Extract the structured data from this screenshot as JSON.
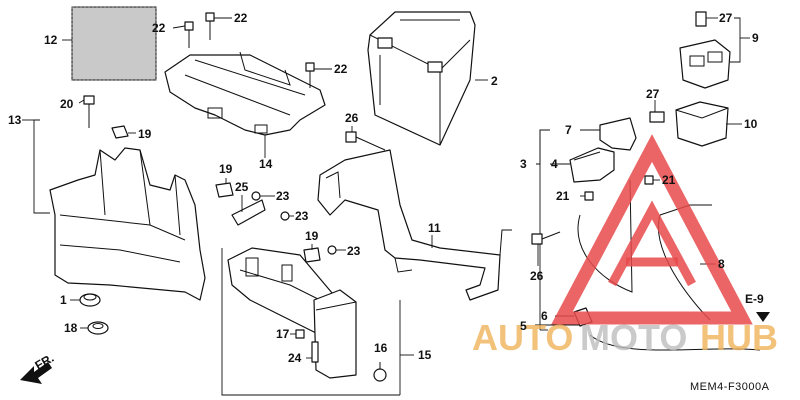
{
  "callouts": [
    {
      "id": "c1",
      "text": "1"
    },
    {
      "id": "c2",
      "text": "2"
    },
    {
      "id": "c3",
      "text": "3"
    },
    {
      "id": "c4",
      "text": "4"
    },
    {
      "id": "c5",
      "text": "5"
    },
    {
      "id": "c6",
      "text": "6"
    },
    {
      "id": "c7",
      "text": "7"
    },
    {
      "id": "c8",
      "text": "8"
    },
    {
      "id": "c9",
      "text": "9"
    },
    {
      "id": "c10",
      "text": "10"
    },
    {
      "id": "c11",
      "text": "11"
    },
    {
      "id": "c12",
      "text": "12"
    },
    {
      "id": "c13",
      "text": "13"
    },
    {
      "id": "c14",
      "text": "14"
    },
    {
      "id": "c15",
      "text": "15"
    },
    {
      "id": "c16",
      "text": "16"
    },
    {
      "id": "c17",
      "text": "17"
    },
    {
      "id": "c18",
      "text": "18"
    },
    {
      "id": "c19a",
      "text": "19"
    },
    {
      "id": "c19b",
      "text": "19"
    },
    {
      "id": "c19c",
      "text": "19"
    },
    {
      "id": "c20",
      "text": "20"
    },
    {
      "id": "c21a",
      "text": "21"
    },
    {
      "id": "c21b",
      "text": "21"
    },
    {
      "id": "c22a",
      "text": "22"
    },
    {
      "id": "c22b",
      "text": "22"
    },
    {
      "id": "c22c",
      "text": "22"
    },
    {
      "id": "c23a",
      "text": "23"
    },
    {
      "id": "c23b",
      "text": "23"
    },
    {
      "id": "c23c",
      "text": "23"
    },
    {
      "id": "c24",
      "text": "24"
    },
    {
      "id": "c25",
      "text": "25"
    },
    {
      "id": "c26a",
      "text": "26"
    },
    {
      "id": "c26b",
      "text": "26"
    },
    {
      "id": "c27a",
      "text": "27"
    },
    {
      "id": "c27b",
      "text": "27"
    }
  ],
  "reference": "E-9",
  "front_marker": "FR.",
  "diagram_code": "MEM4-F3000A",
  "watermark": {
    "part_a": "AUTO",
    "part_b": "MOTO",
    "part_c": "HUB",
    "color_red": "#e8494b",
    "color_orange": "#f0b25a",
    "color_gray": "#bdbdbd"
  }
}
